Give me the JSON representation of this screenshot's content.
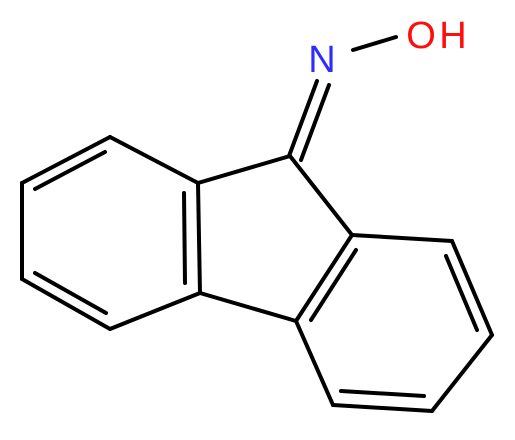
{
  "molecule": {
    "atoms": [
      {
        "symbol": "N",
        "color": "#2d2dff"
      },
      {
        "symbol": "O",
        "color": "#ff0d0d"
      },
      {
        "symbol": "H",
        "color": "#ff0d0d"
      }
    ],
    "bond_color": "#000000",
    "background": "#ffffff"
  }
}
